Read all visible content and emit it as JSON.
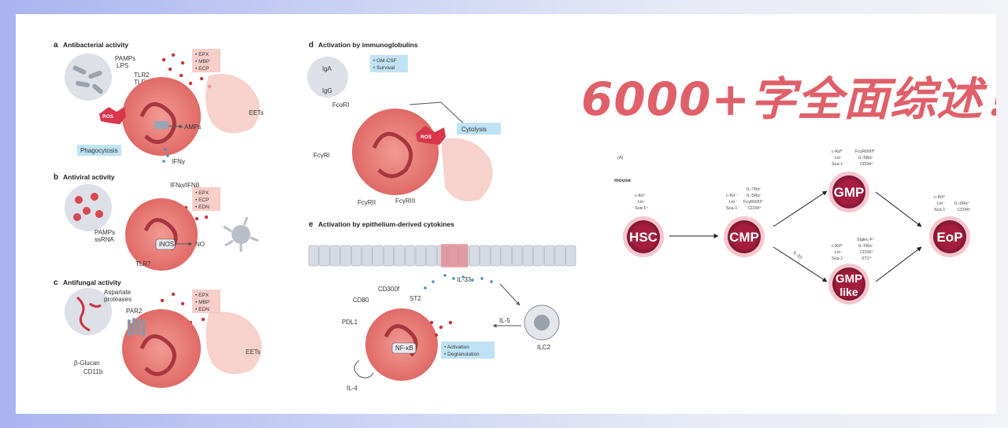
{
  "headline": "6000+字全面综述！",
  "panel_a": {
    "letter": "a",
    "title": "Antibacterial activity",
    "pamps": "PAMPs",
    "lps": "LPS",
    "tlr2": "TLR2",
    "tlr4": "TLR4",
    "granules": [
      "• EPX",
      "• MBP",
      "• ECP"
    ],
    "ros": "ROS",
    "amps": "AMPs",
    "eets": "EETs",
    "phagocytosis": "Phagocytosis",
    "ifng": "IFNγ"
  },
  "panel_b": {
    "letter": "b",
    "title": "Antiviral activity",
    "ifn": "IFNα/IFNβ",
    "granules": [
      "• EPX",
      "• ECP",
      "• EDN"
    ],
    "pamps": "PAMPs",
    "ssrna": "ssRNA",
    "inos": "iNOS",
    "no": "NO",
    "tlr7": "TLR7"
  },
  "panel_c": {
    "letter": "c",
    "title": "Antifungal activity",
    "aspartate": "Aspartate",
    "proteases": "proteases",
    "par2": "PAR2",
    "granules": [
      "• EPX",
      "• MBP",
      "• EDN"
    ],
    "glucan": "β-Glucan",
    "cd11b": "CD11b",
    "eets": "EETs"
  },
  "panel_d": {
    "letter": "d",
    "title": "Activation by immunoglobulins",
    "iga": "IgA",
    "igg": "IgG",
    "box": [
      "• GM-CSF",
      "• Survival"
    ],
    "fcari": "FcαRI",
    "ros": "ROS",
    "cytolysis": "Cytolysis",
    "fcgri": "FcγRI",
    "fcgrii": "FcγRII",
    "fcgriii": "FcγRIII"
  },
  "panel_e": {
    "letter": "e",
    "title": "Activation by epithelium-derived cytokines",
    "il33": "IL-33",
    "cd300f": "CD300f",
    "cd80": "CD80",
    "st2": "ST2",
    "pdl1": "PDL1",
    "il5": "IL-5",
    "ilc2": "ILC2",
    "nfkb": "NF-κB",
    "box": [
      "• Activation",
      "• Degranulation"
    ],
    "il4": "IL-4"
  },
  "panel_right": {
    "label": "(A)",
    "mouse": "mouse",
    "hsc": {
      "name": "HSC",
      "markers": [
        "c-Kit⁺",
        "Lin⁻",
        "Sca-1⁺"
      ]
    },
    "cmp": {
      "name": "CMP",
      "markers_left": [
        "c-Kit⁺",
        "Lin⁻",
        "Sca-1⁻"
      ],
      "markers_right": [
        "IL-7Rα⁻",
        "IL-5Rα⁻",
        "FcγRII/IIIˡᵒ",
        "CD34⁺"
      ]
    },
    "gmp": {
      "name": "GMP",
      "markers_left": [
        "c-Kitʰⁱ",
        "Lin⁻",
        "Sca-1⁻"
      ],
      "markers_right": [
        "FcγRII/IIIʰⁱ",
        "IL-5Rα⁻",
        "CD34⁺"
      ]
    },
    "gmplike": {
      "name_line1": "GMP",
      "name_line2": "like",
      "markers_left": [
        "c-Kitʰⁱ",
        "Lin⁻",
        "Sca-1⁻"
      ],
      "markers_right": [
        "Siglec-F⁺",
        "IL-5Rα⁻",
        "CD34⁺",
        "ST2⁺"
      ]
    },
    "eop": {
      "name": "EoP",
      "markers_left": [
        "c-Kitˡᵒ",
        "Lin⁻",
        "Sca-1⁻"
      ],
      "markers_right": [
        "IL-5Rα⁺",
        "CD34⁺"
      ]
    },
    "il33": "IL-33"
  },
  "colors": {
    "cell": "#e3736f",
    "cell_dark": "#8b1f3a",
    "box_blue": "#bfe3f4",
    "box_pink": "#f7cfc9",
    "ros_red": "#d9354b",
    "headline": "#e0606a"
  }
}
